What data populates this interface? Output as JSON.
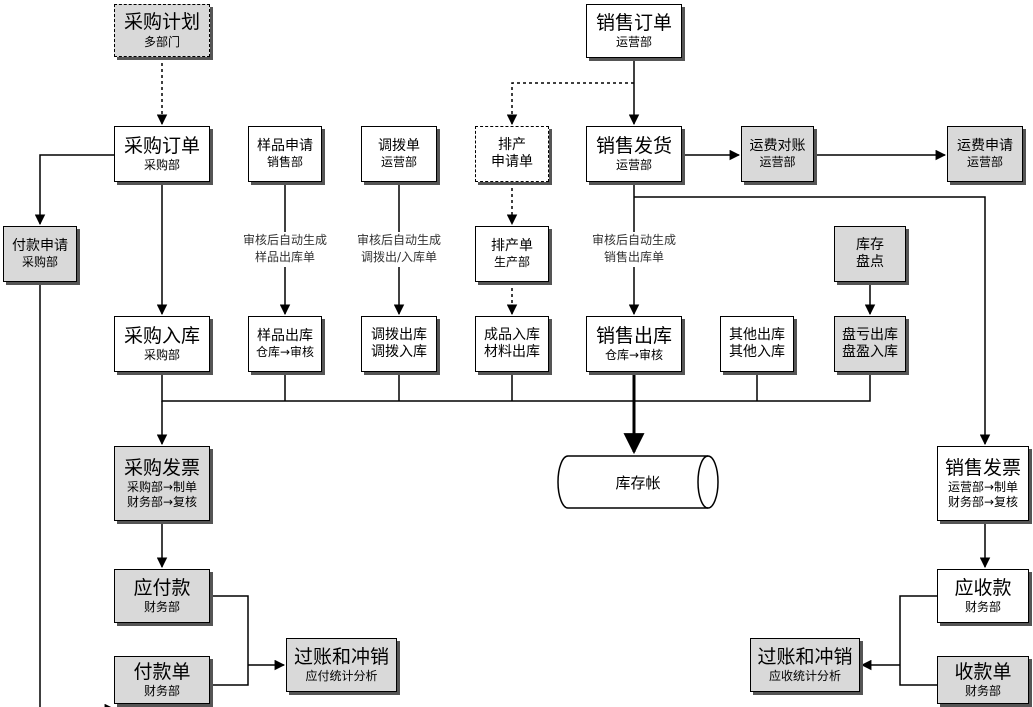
{
  "nodes": {
    "purchase_plan": {
      "title": "采购计划",
      "sub": "多部门"
    },
    "purchase_order": {
      "title": "采购订单",
      "sub": "采购部"
    },
    "payment_request": {
      "title": "付款申请",
      "sub": "采购部"
    },
    "sample_request": {
      "title": "样品申请",
      "sub": "销售部"
    },
    "transfer_order": {
      "title": "调拨单",
      "sub": "运营部"
    },
    "production_request": {
      "line1": "排产",
      "line2": "申请单"
    },
    "sales_order": {
      "title": "销售订单",
      "sub": "运营部"
    },
    "sales_delivery": {
      "title": "销售发货",
      "sub": "运营部"
    },
    "freight_reconcile": {
      "title": "运费对账",
      "sub": "运营部"
    },
    "freight_request": {
      "title": "运费申请",
      "sub": "运营部"
    },
    "production_order": {
      "title": "排产单",
      "sub": "生产部"
    },
    "stocktake": {
      "line1": "库存",
      "line2": "盘点"
    },
    "purchase_receipt": {
      "title": "采购入库",
      "sub": "采购部"
    },
    "sample_outbound": {
      "title": "样品出库",
      "sub": "仓库→审核"
    },
    "transfer_inout": {
      "line1": "调拨出库",
      "line2": "调拨入库"
    },
    "product_inbound": {
      "line1": "成品入库",
      "line2": "材料出库"
    },
    "sales_outbound": {
      "title": "销售出库",
      "sub": "仓库→审核"
    },
    "other_inout": {
      "line1": "其他出库",
      "line2": "其他入库"
    },
    "stock_adjust": {
      "line1": "盘亏出库",
      "line2": "盘盈入库"
    },
    "purchase_invoice": {
      "title": "采购发票",
      "sub1": "采购部→制单",
      "sub2": "财务部→复核"
    },
    "payable": {
      "title": "应付款",
      "sub": "财务部"
    },
    "payment_voucher": {
      "title": "付款单",
      "sub": "财务部"
    },
    "post_writeoff_payable": {
      "title": "过账和冲销",
      "sub": "应付统计分析"
    },
    "sales_invoice": {
      "title": "销售发票",
      "sub1": "运营部→制单",
      "sub2": "财务部→复核"
    },
    "receivable": {
      "title": "应收款",
      "sub": "财务部"
    },
    "receipt_voucher": {
      "title": "收款单",
      "sub": "财务部"
    },
    "post_writeoff_receivable": {
      "title": "过账和冲销",
      "sub": "应收统计分析"
    },
    "inventory_ledger": {
      "label": "库存帐"
    }
  },
  "edge_labels": {
    "sample": {
      "line1": "审核后自动生成",
      "line2": "样品出库单"
    },
    "transfer": {
      "line1": "审核后自动生成",
      "line2": "调拨出/入库单"
    },
    "sales": {
      "line1": "审核后自动生成",
      "line2": "销售出库单"
    }
  },
  "colors": {
    "gray_fill": "#d9d9d9",
    "line": "#000000"
  }
}
